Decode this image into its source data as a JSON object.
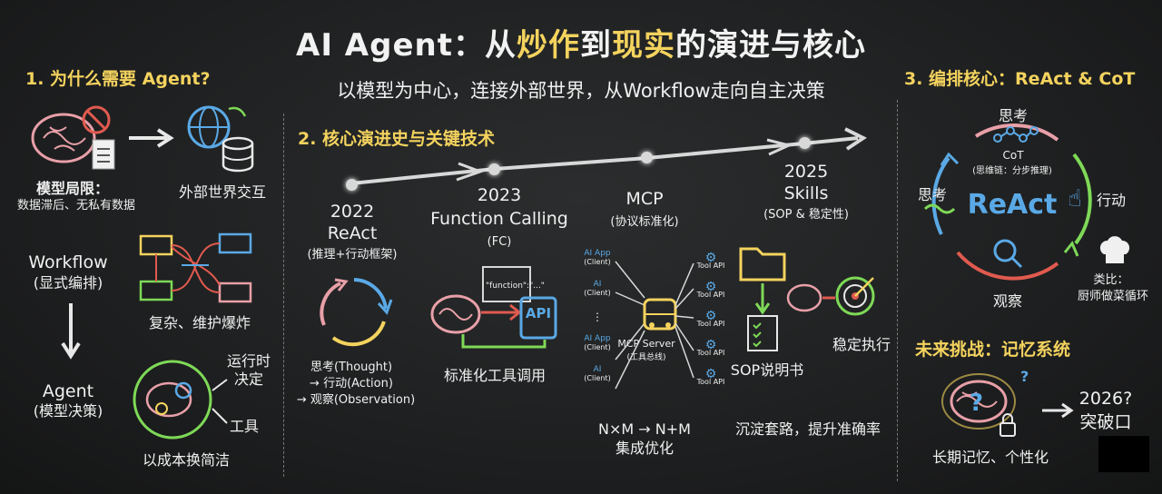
{
  "title": {
    "prefix": "AI Agent：从",
    "hl1": "炒作",
    "mid": "到",
    "hl2": "现实",
    "suffix": "的演进与核心"
  },
  "subtitle": "以模型为中心，连接外部世界，从Workflow走向自主决策",
  "section1": {
    "heading": "1. 为什么需要 Agent?",
    "limit_title": "模型局限：",
    "limit_detail": "数据滞后、无私有数据",
    "external": "外部世界交互",
    "workflow_title": "Workflow",
    "workflow_sub": "(显式编排)",
    "workflow_note": "复杂、维护爆炸",
    "agent_title": "Agent",
    "agent_sub": "(模型决策)",
    "runtime_l1": "运行时",
    "runtime_l2": "决定",
    "tools": "工具",
    "tradeoff": "以成本换简洁"
  },
  "section2": {
    "heading": "2. 核心演进史与关键技术",
    "react": {
      "year": "2022",
      "name": "ReAct",
      "sub": "(推理+行动框架)",
      "l1": "思考(Thought)",
      "l2": "→ 行动(Action)",
      "l3": "→ 观察(Observation)"
    },
    "fc": {
      "year": "2023",
      "name": "Function Calling",
      "sub": "(FC)",
      "doc_text": "\"function\":\"...\"",
      "api": "API",
      "caption": "标准化工具调用"
    },
    "mcp": {
      "name": "MCP",
      "sub": "(协议标准化)",
      "clients": [
        {
          "l1": "AI App",
          "l2": "(Client)"
        },
        {
          "l1": "AI",
          "l2": "(Client)"
        },
        {
          "l1": "⋮",
          "l2": ""
        },
        {
          "l1": "AI App",
          "l2": "(Client)"
        },
        {
          "l1": "AI",
          "l2": "(Client)"
        }
      ],
      "server_l1": "MCP Server",
      "server_l2": "(工具总线)",
      "tool_api": "Tool API",
      "formula": "N×M → N+M",
      "formula_sub": "集成优化"
    },
    "skills": {
      "year": "2025",
      "name": "Skills",
      "sub": "(SOP & 稳定性)",
      "sop": "SOP说明书",
      "exec": "稳定执行",
      "caption": "沉淀套路，提升准确率"
    }
  },
  "section3": {
    "heading": "3. 编排核心：ReAct & CoT",
    "center": "ReAct",
    "think_top": "思考",
    "cot": "CoT",
    "cot_sub": "(思维链：分步推理)",
    "act": "行动",
    "think_left": "思考",
    "observe": "观察",
    "chef_l1": "类比：",
    "chef_l2": "厨师做菜循环"
  },
  "future": {
    "heading": "未来挑战：记忆系统",
    "memory": "长期记忆、个性化",
    "year": "2026?",
    "breakthrough": "突破口"
  },
  "colors": {
    "accent": "#f4d35e",
    "blue": "#5aa9e6",
    "green": "#7ed957",
    "red": "#e05a4f",
    "background": "#1d1f20"
  }
}
